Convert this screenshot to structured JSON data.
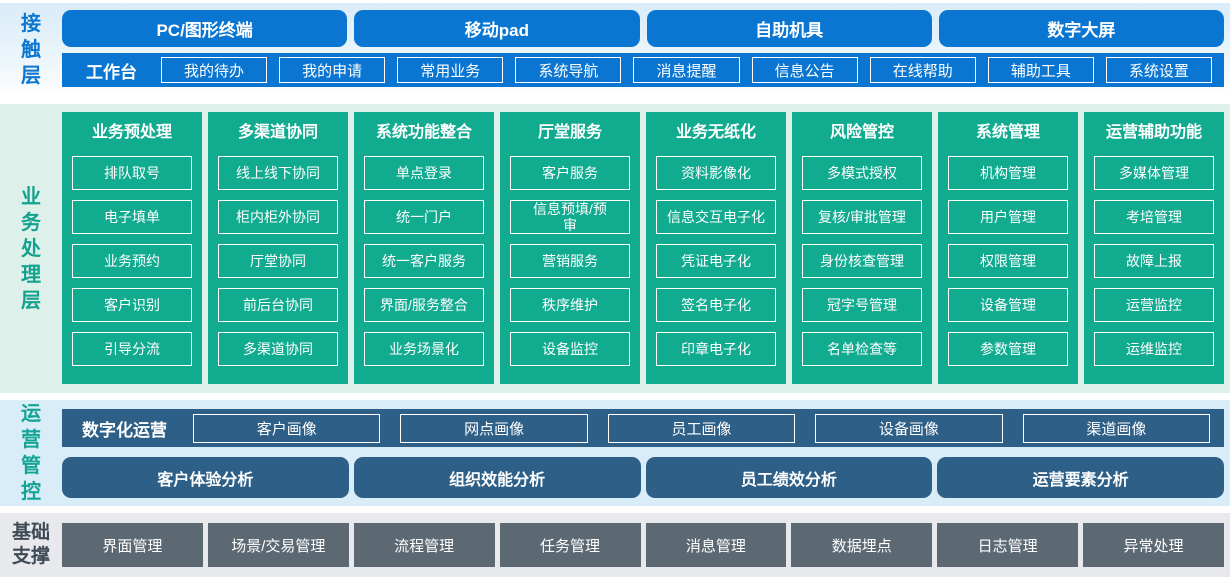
{
  "colors": {
    "blue": "#0b76d1",
    "teal": "#11ab90",
    "navy": "#2e5f87",
    "slate_gray": "#5c6973",
    "contact_band_bg": "#d9ecf9",
    "business_band_bg": "#def0ea",
    "operation_band_bg": "#d9edf8",
    "foundation_band_bg": "#e7e9ec"
  },
  "layers": {
    "contact": {
      "label": "接触层",
      "terminals": [
        "PC/图形终端",
        "移动pad",
        "自助机具",
        "数字大屏"
      ],
      "workbench": {
        "label": "工作台",
        "items": [
          "我的待办",
          "我的申请",
          "常用业务",
          "系统导航",
          "消息提醒",
          "信息公告",
          "在线帮助",
          "辅助工具",
          "系统设置"
        ]
      }
    },
    "business": {
      "label": "业务处理层",
      "columns": [
        {
          "title": "业务预处理",
          "items": [
            "排队取号",
            "电子填单",
            "业务预约",
            "客户识别",
            "引导分流"
          ]
        },
        {
          "title": "多渠道协同",
          "items": [
            "线上线下协同",
            "柜内柜外协同",
            "厅堂协同",
            "前后台协同",
            "多渠道协同"
          ]
        },
        {
          "title": "系统功能整合",
          "items": [
            "单点登录",
            "统一门户",
            "统一客户服务",
            "界面/服务整合",
            "业务场景化"
          ]
        },
        {
          "title": "厅堂服务",
          "items": [
            "客户服务",
            "信息预填/预审",
            "营销服务",
            "秩序维护",
            "设备监控"
          ]
        },
        {
          "title": "业务无纸化",
          "items": [
            "资料影像化",
            "信息交互电子化",
            "凭证电子化",
            "签名电子化",
            "印章电子化"
          ]
        },
        {
          "title": "风险管控",
          "items": [
            "多模式授权",
            "复核/审批管理",
            "身份核查管理",
            "冠字号管理",
            "名单检查等"
          ]
        },
        {
          "title": "系统管理",
          "items": [
            "机构管理",
            "用户管理",
            "权限管理",
            "设备管理",
            "参数管理"
          ]
        },
        {
          "title": "运营辅助功能",
          "items": [
            "多媒体管理",
            "考培管理",
            "故障上报",
            "运营监控",
            "运维监控"
          ]
        }
      ]
    },
    "operation": {
      "label": "运营管控",
      "digital": {
        "label": "数字化运营",
        "items": [
          "客户画像",
          "网点画像",
          "员工画像",
          "设备画像",
          "渠道画像"
        ]
      },
      "analysis": [
        "客户体验分析",
        "组织效能分析",
        "员工绩效分析",
        "运营要素分析"
      ]
    },
    "foundation": {
      "label": "基础支撑",
      "items": [
        "界面管理",
        "场景/交易管理",
        "流程管理",
        "任务管理",
        "消息管理",
        "数据埋点",
        "日志管理",
        "异常处理"
      ]
    }
  }
}
